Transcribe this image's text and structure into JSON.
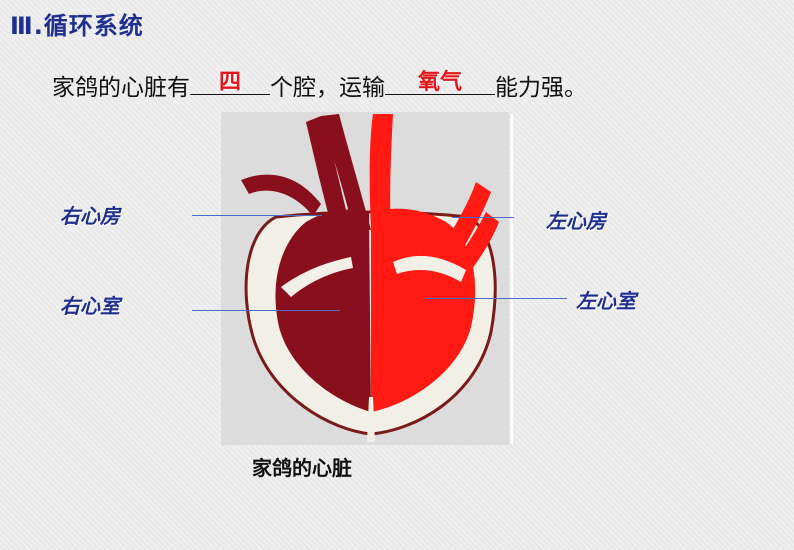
{
  "title": "Ⅲ.循环系统",
  "question": {
    "part1": "家鸽的心脏有",
    "answer1": "四",
    "part2": "个腔，运输",
    "answer2": "氧气",
    "part3": "能力强。"
  },
  "labels": {
    "right_atrium": "右心房",
    "right_ventricle": "右心室",
    "left_atrium": "左心房",
    "left_ventricle": "左心室"
  },
  "caption": "家鸽的心脏",
  "colors": {
    "title": "#1f2f8f",
    "answer": "#e3151a",
    "right_heart": "#8a0f1d",
    "left_heart": "#ff1a14",
    "heart_wall": "#f2efe6",
    "outline": "#7a1a1a"
  }
}
